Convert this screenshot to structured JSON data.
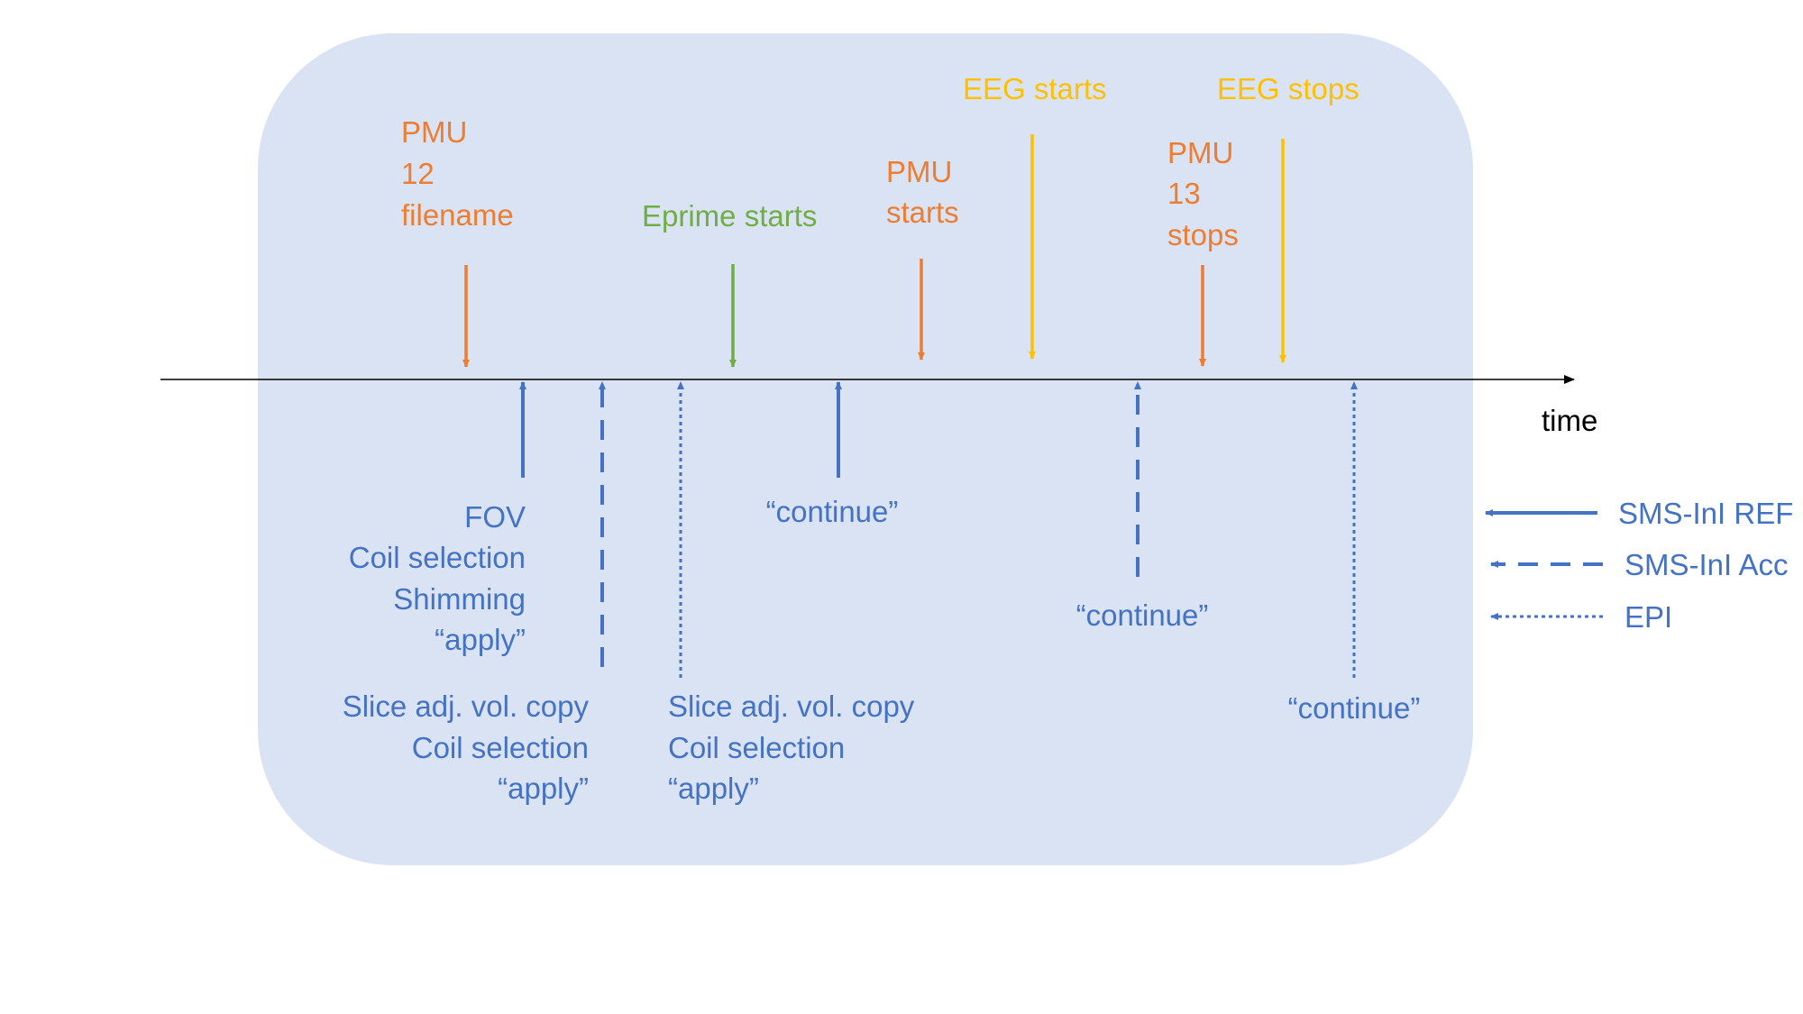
{
  "colors": {
    "panel": "#DAE3F3",
    "orange": "#ED7D31",
    "green": "#70AD47",
    "yellow": "#FFC000",
    "blue": "#4472C4",
    "axis": "#000000"
  },
  "axis_label": "time",
  "top_events": [
    {
      "id": "pmu-12-filename",
      "lines": [
        "PMU",
        "12",
        "filename"
      ],
      "color": "orange"
    },
    {
      "id": "eprime-starts",
      "lines": [
        "Eprime starts"
      ],
      "color": "green"
    },
    {
      "id": "pmu-starts",
      "lines": [
        "PMU",
        "starts"
      ],
      "color": "orange"
    },
    {
      "id": "eeg-starts",
      "lines": [
        "EEG starts"
      ],
      "color": "yellow"
    },
    {
      "id": "pmu-13-stops",
      "lines": [
        "PMU",
        "13",
        "stops"
      ],
      "color": "orange"
    },
    {
      "id": "eeg-stops",
      "lines": [
        "EEG stops"
      ],
      "color": "yellow"
    }
  ],
  "bottom_events": [
    {
      "id": "ref-setup",
      "style": "solid",
      "lines": [
        "FOV",
        "Coil selection",
        "Shimming",
        "“apply”"
      ]
    },
    {
      "id": "acc-setup",
      "style": "dashed",
      "lines": [
        "Slice adj. vol. copy",
        "Coil selection",
        "“apply”"
      ]
    },
    {
      "id": "epi-setup",
      "style": "dotted",
      "lines": [
        "Slice adj. vol. copy",
        "Coil selection",
        "“apply”"
      ]
    },
    {
      "id": "ref-continue",
      "style": "solid",
      "lines": [
        "“continue”"
      ]
    },
    {
      "id": "acc-continue",
      "style": "dashed",
      "lines": [
        "“continue”"
      ]
    },
    {
      "id": "epi-continue",
      "style": "dotted",
      "lines": [
        "“continue”"
      ]
    }
  ],
  "legend": [
    {
      "style": "solid",
      "label": "SMS-InI REF"
    },
    {
      "style": "dashed",
      "label": "SMS-InI Acc"
    },
    {
      "style": "dotted",
      "label": "EPI"
    }
  ]
}
